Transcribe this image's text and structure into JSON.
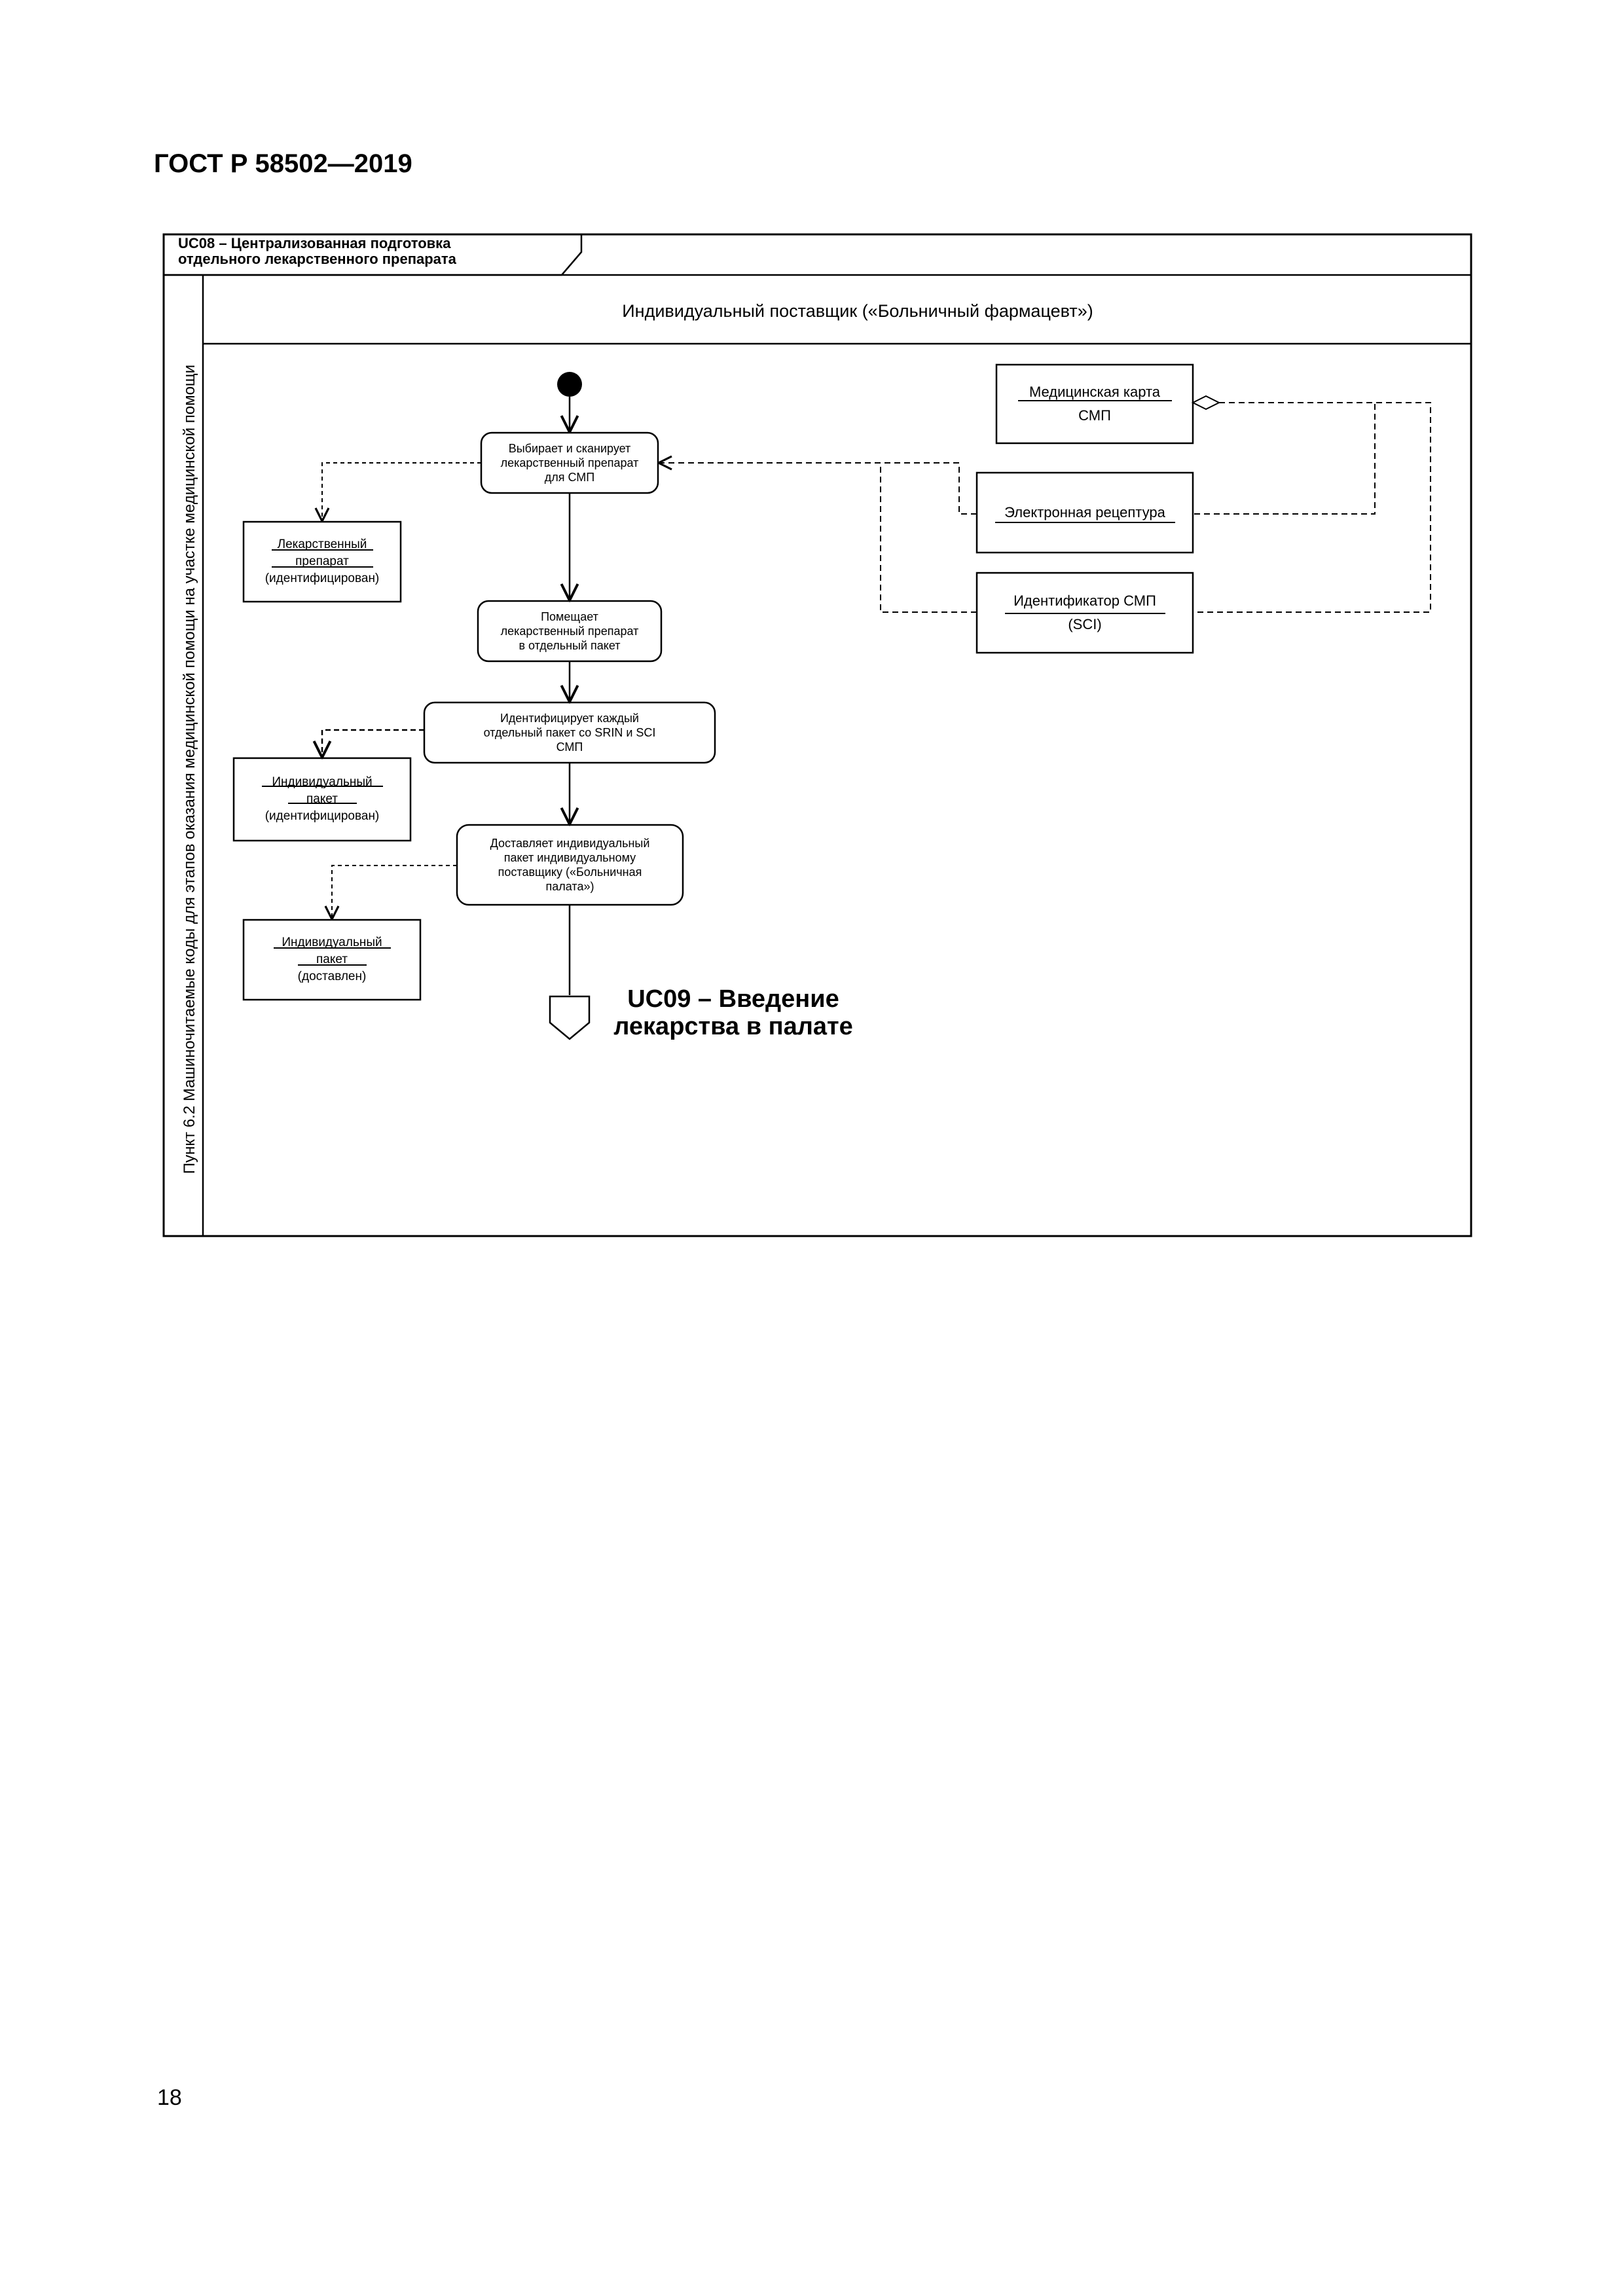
{
  "document": {
    "header": "ГОСТ Р 58502—2019",
    "page_number": "18"
  },
  "diagram": {
    "frame_title_line1": "UC08 – Централизованная подготовка",
    "frame_title_line2": "отдельного лекарственного препарата",
    "vertical_label": "Пункт 6.2 Машиночитаемые коды для этапов оказания медицинской помощи на участке медицинской помощи",
    "swimlane_title": "Индивидуальный поставщик («Больничный фармацевт»)",
    "activities": [
      {
        "line1": "Выбирает и сканирует",
        "line2": "лекарственный препарат",
        "line3": "для СМП"
      },
      {
        "line1": "Помещает",
        "line2": "лекарственный препарат",
        "line3": "в отдельный пакет"
      },
      {
        "line1": "Идентифицирует каждый",
        "line2": "отдельный пакет со SRIN и SCI",
        "line3": "СМП"
      },
      {
        "line1": "Доставляет индивидуальный",
        "line2": "пакет индивидуальному",
        "line3": "поставщику («Больничная",
        "line4": "палата»)"
      }
    ],
    "objects_left": [
      {
        "line1": "Лекарственный",
        "line2": "препарат",
        "line3": "(идентифицирован)"
      },
      {
        "line1": "Индивидуальный",
        "line2": "пакет",
        "line3": "(идентифицирован)"
      },
      {
        "line1": "Индивидуальный",
        "line2": "пакет",
        "line3": "(доставлен)"
      }
    ],
    "objects_right": [
      {
        "line1": "Медицинская карта",
        "line2": "СМП"
      },
      {
        "line1": "Электронная рецептура"
      },
      {
        "line1": "Идентификатор СМП",
        "line2": "(SCI)"
      }
    ],
    "connector": {
      "line1": "UC09 – Введение",
      "line2": "лекарства в палате"
    }
  }
}
